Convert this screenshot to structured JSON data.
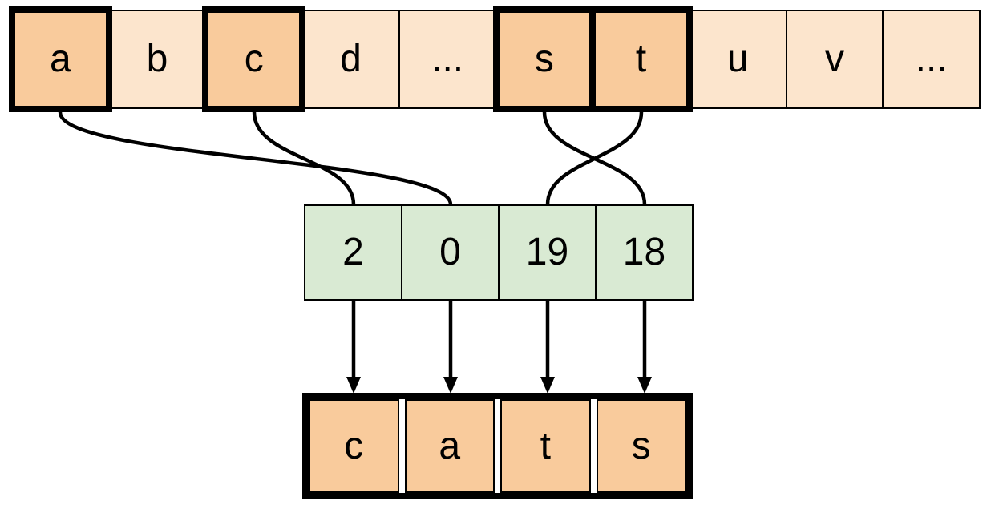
{
  "rows": {
    "alphabet": {
      "cells": [
        {
          "label": "a",
          "highlighted": true
        },
        {
          "label": "b",
          "highlighted": false
        },
        {
          "label": "c",
          "highlighted": true
        },
        {
          "label": "d",
          "highlighted": false
        },
        {
          "label": "...",
          "highlighted": false
        },
        {
          "label": "s",
          "highlighted": true
        },
        {
          "label": "t",
          "highlighted": true
        },
        {
          "label": "u",
          "highlighted": false
        },
        {
          "label": "v",
          "highlighted": false
        },
        {
          "label": "...",
          "highlighted": false
        }
      ]
    },
    "indices": {
      "cells": [
        {
          "value": "2"
        },
        {
          "value": "0"
        },
        {
          "value": "19"
        },
        {
          "value": "18"
        }
      ]
    },
    "output": {
      "cells": [
        {
          "label": "c"
        },
        {
          "label": "a"
        },
        {
          "label": "t"
        },
        {
          "label": "s"
        }
      ]
    }
  },
  "connections": {
    "letter_to_index": [
      {
        "from": "a",
        "to": "0"
      },
      {
        "from": "c",
        "to": "2"
      },
      {
        "from": "s",
        "to": "18"
      },
      {
        "from": "t",
        "to": "19"
      }
    ],
    "index_to_output": [
      {
        "from": "2",
        "to": "c"
      },
      {
        "from": "0",
        "to": "a"
      },
      {
        "from": "19",
        "to": "t"
      },
      {
        "from": "18",
        "to": "s"
      }
    ]
  },
  "colors": {
    "alphabet_fill": "#fce5cd",
    "highlight_fill": "#f9cb9c",
    "index_fill": "#d9ead3",
    "output_fill": "#f9cb9c",
    "line": "#000000",
    "background": "#ffffff"
  }
}
